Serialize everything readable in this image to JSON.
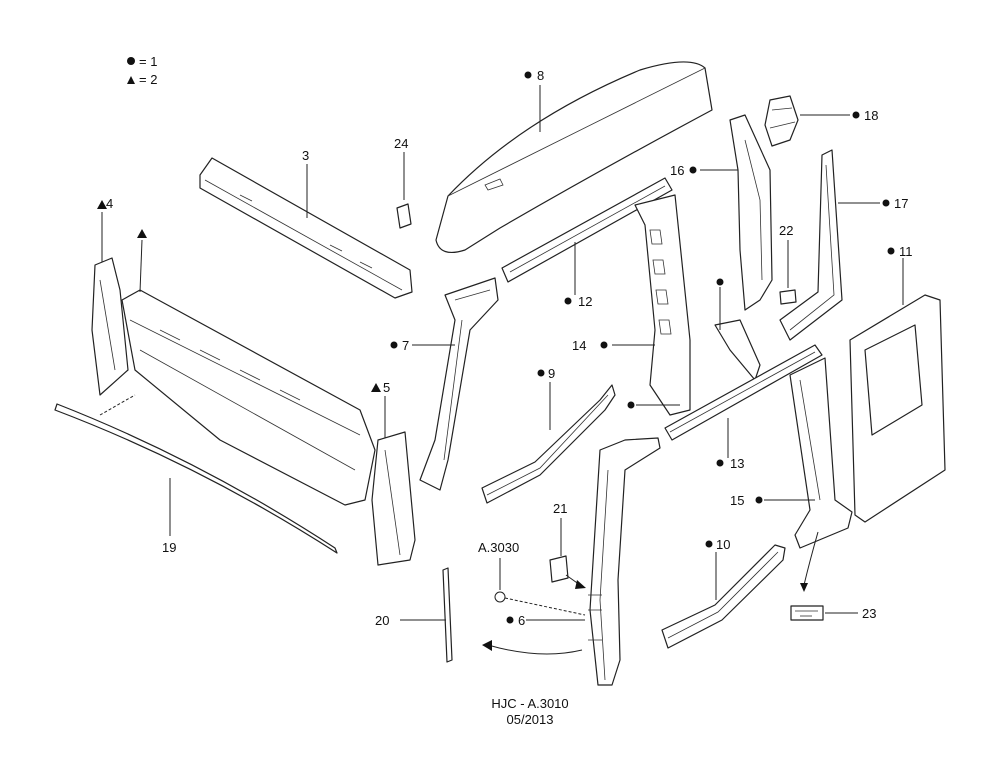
{
  "legend": [
    {
      "symbol": "●",
      "text": "= 1"
    },
    {
      "symbol": "▲",
      "text": "= 2"
    }
  ],
  "callouts": {
    "c1": "8",
    "c2": "3",
    "c3": "24",
    "c4": "18",
    "c5": "16",
    "c6": "17",
    "c7": "22",
    "c8": "11",
    "c9": "4",
    "c10": "7",
    "c11": "12",
    "c12": "14",
    "c13": "9",
    "c14": "5",
    "c15": "13",
    "c16": "15",
    "c17": "21",
    "c18": "A.3030",
    "c19": "10",
    "c20": "19",
    "c21": "20",
    "c22": "6",
    "c23": "23"
  },
  "footer": {
    "code": "HJC - A.3010",
    "date": "05/2013"
  }
}
